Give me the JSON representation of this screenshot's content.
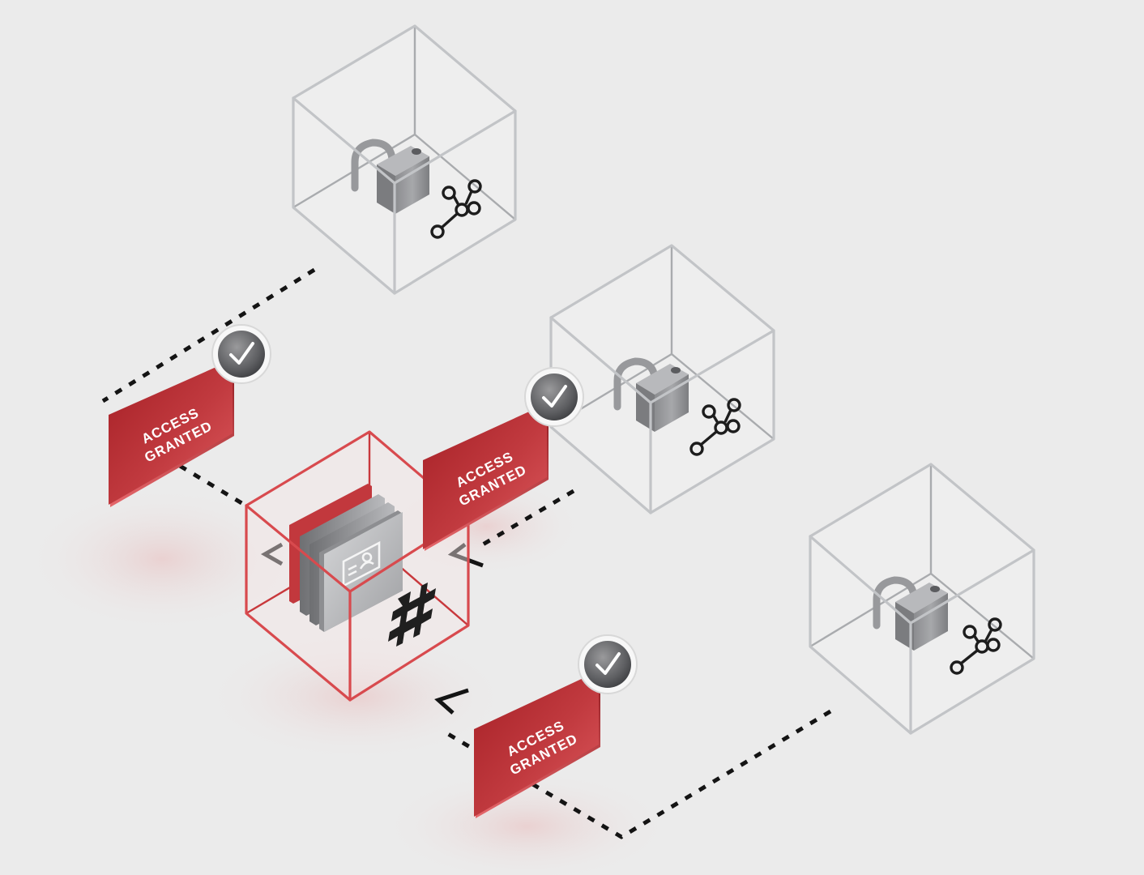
{
  "access_badges": [
    {
      "line1": "ACCESS",
      "line2": "GRANTED"
    },
    {
      "line1": "ACCESS",
      "line2": "GRANTED"
    },
    {
      "line1": "ACCESS",
      "line2": "GRANTED"
    }
  ],
  "colors": {
    "background": "#ebebeb",
    "accent_red": "#c8383c",
    "glass_edge": "#a9abae",
    "connector": "#141414"
  },
  "icons": {
    "glass_cube_contents": [
      "open-padlock-icon",
      "node-graph-icon"
    ],
    "central_cube_contents": [
      "credential-cards-icon",
      "id-card-icon",
      "hash-icon"
    ],
    "badge_marker": "checkmark-icon"
  }
}
